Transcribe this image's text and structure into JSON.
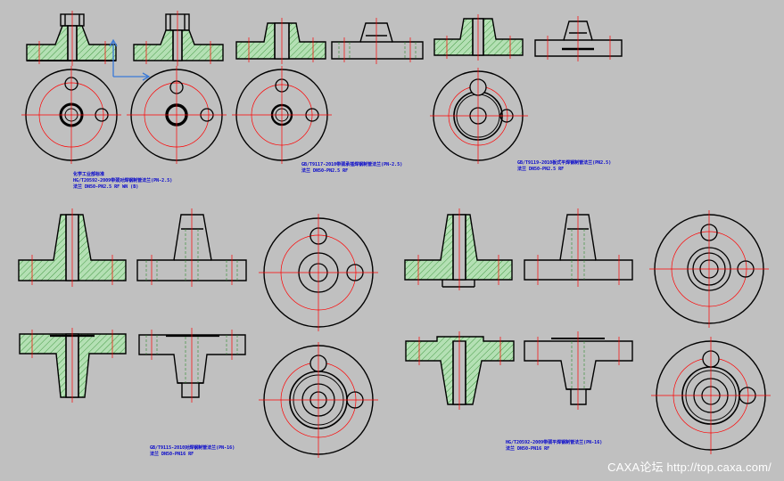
{
  "watermark": "CAXA论坛 http://top.caxa.com/",
  "captions": {
    "c1": [
      "化学工业部标准",
      "HG/T20592-2009带颈对焊钢制管法兰(PN-2.5)",
      "法兰 DN50-PN2.5 RF WN (B)"
    ],
    "c2": [
      "GB/T9117-2010带颈承插焊钢制管法兰(PN-2.5)",
      "法兰 DN50-PN2.5 RF"
    ],
    "c3": [
      "GB/T9119-2010板式平焊钢制管法兰(PN2.5)",
      "法兰 DN50-PN2.5 RF"
    ],
    "c4": [
      "GB/T9115-2010对焊钢制管法兰(PN-16)",
      "法兰 DN50-PN16 RF"
    ],
    "c5": [
      "HG/T20592-2009带颈平焊钢制管法兰(PN-16)",
      "法兰 DN50-PN16 RF"
    ]
  },
  "colors": {
    "background": "#c0c0c0",
    "outline": "#000000",
    "centerline": "#ff0000",
    "hatch_fill": "#b4e0b4",
    "hatch_line": "#2a8a2a",
    "hidden_line": "#2a8a2a",
    "annotation": "#0000cc",
    "ucs_arrow": "#3a7ad8",
    "watermark": "#ffffff"
  }
}
